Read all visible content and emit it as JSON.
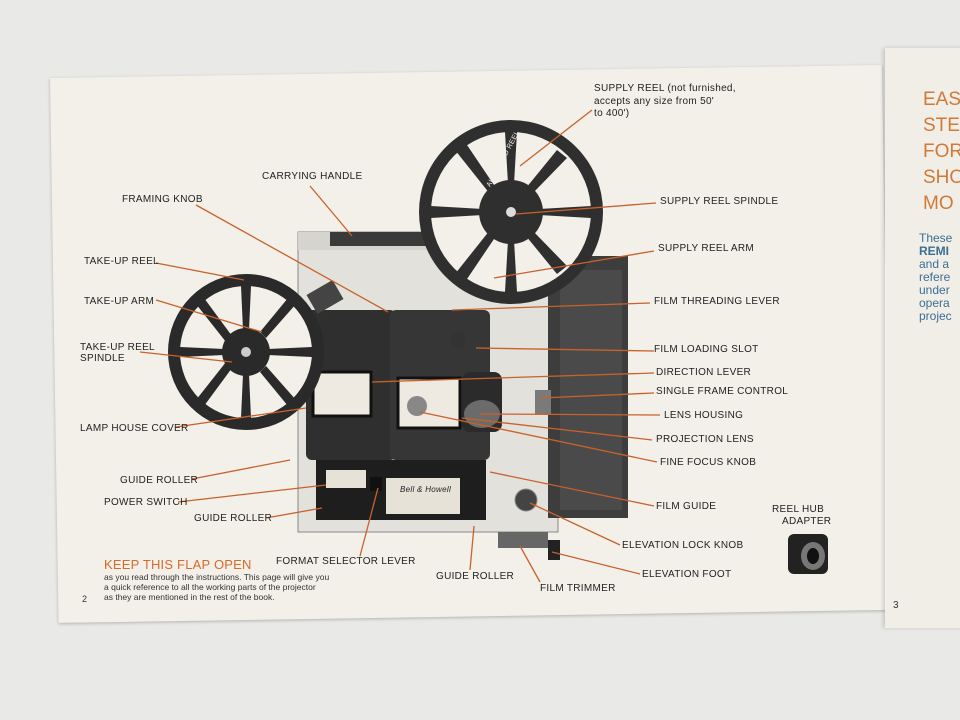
{
  "left_page": {
    "labels": {
      "supply_reel": "SUPPLY REEL (not furnished,",
      "supply_reel_2": "accepts any size from 50'",
      "supply_reel_3": "to 400')",
      "carrying_handle": "CARRYING HANDLE",
      "framing_knob": "FRAMING KNOB",
      "supply_reel_spindle": "SUPPLY REEL SPINDLE",
      "supply_reel_arm": "SUPPLY REEL ARM",
      "take_up_reel": "TAKE-UP REEL",
      "take_up_arm": "TAKE-UP ARM",
      "film_threading_lever": "FILM THREADING LEVER",
      "take_up_reel_spindle": "TAKE-UP REEL",
      "take_up_reel_spindle_2": "SPINDLE",
      "film_loading_slot": "FILM LOADING SLOT",
      "direction_lever": "DIRECTION LEVER",
      "single_frame_control": "SINGLE FRAME CONTROL",
      "lamp_house_cover": "LAMP HOUSE COVER",
      "lens_housing": "LENS HOUSING",
      "projection_lens": "PROJECTION LENS",
      "fine_focus_knob": "FINE FOCUS KNOB",
      "guide_roller_1": "GUIDE ROLLER",
      "power_switch": "POWER SWITCH",
      "guide_roller_2": "GUIDE ROLLER",
      "film_guide": "FILM GUIDE",
      "reel_hub_adapter": "REEL HUB",
      "reel_hub_adapter_2": "ADAPTER",
      "elevation_lock_knob": "ELEVATION LOCK KNOB",
      "format_selector_lever": "FORMAT SELECTOR LEVER",
      "guide_roller_3": "GUIDE ROLLER",
      "elevation_foot": "ELEVATION FOOT",
      "film_trimmer": "FILM TRIMMER"
    },
    "reel_text": "AUTOLOAD REEL",
    "brand": "Bell & Howell",
    "keep_title": "KEEP THIS FLAP OPEN",
    "keep_body_1": "as you read through the instructions. This page will give you",
    "keep_body_2": "a quick reference to all the working parts of the projector",
    "keep_body_3": "as they are mentioned in the rest of the book.",
    "page_number": "2"
  },
  "right_page": {
    "heading_lines": [
      "EAS",
      "STE",
      "FOR",
      "SHO",
      "MO"
    ],
    "body_line_1": "These",
    "body_line_2": "REMI",
    "body_line_3": "and a",
    "body_line_4": "refere",
    "body_line_5": "under",
    "body_line_6": "opera",
    "body_line_7": "projec",
    "page_number": "3"
  },
  "colors": {
    "accent": "#d86a2a",
    "leader": "#c8622a",
    "heading_right": "#d07a3a",
    "body_right": "#3a6f94"
  }
}
